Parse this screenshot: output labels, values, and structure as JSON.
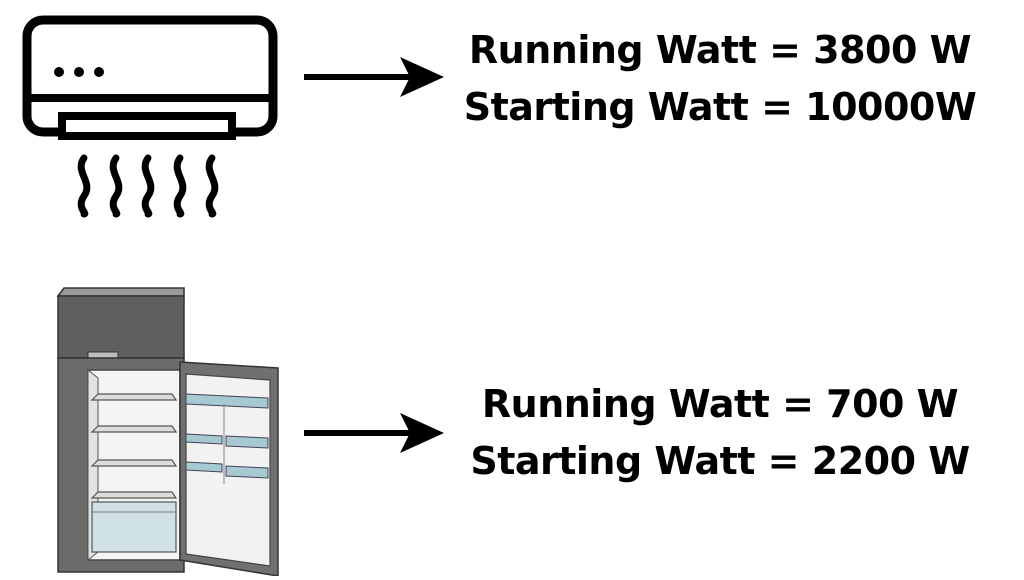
{
  "items": [
    {
      "icon": "air-conditioner-icon",
      "running": "Running Watt = 3800 W",
      "starting": "Starting Watt = 10000W"
    },
    {
      "icon": "refrigerator-icon",
      "running": "Running Watt = 700 W",
      "starting": "Starting Watt = 2200 W"
    }
  ],
  "colors": {
    "text": "#000000",
    "background": "#ffffff",
    "fridge_body": "#6b6b6b",
    "fridge_interior": "#f4f4f4"
  }
}
